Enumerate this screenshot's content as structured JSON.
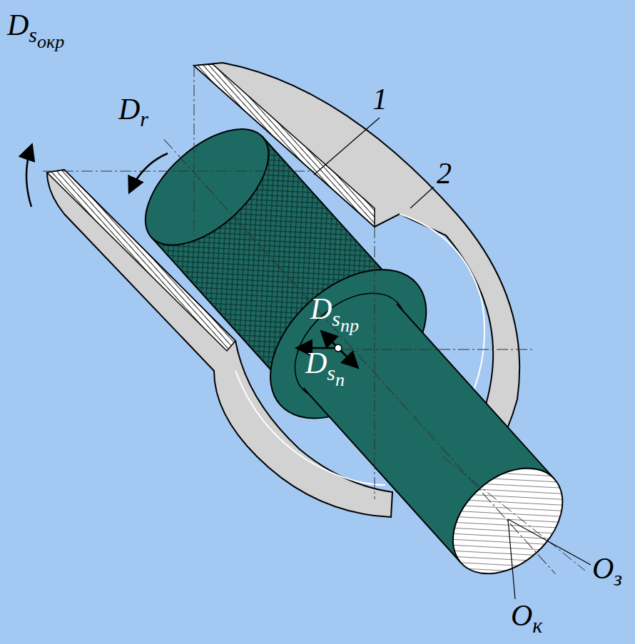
{
  "diagram": {
    "labels": [
      "Dsокр",
      "Dr",
      "1",
      "2",
      "Dsпр",
      "Dsп",
      "Oз",
      "Oк"
    ]
  }
}
